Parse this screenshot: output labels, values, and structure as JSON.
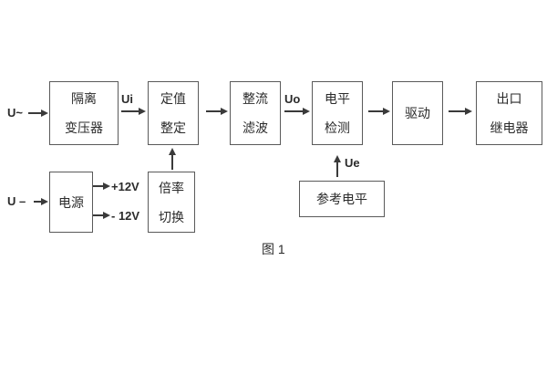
{
  "figure": {
    "caption": "图 1"
  },
  "labels": {
    "input_ac": "U~",
    "input_dc": "U –",
    "ui": "Ui",
    "uo": "Uo",
    "ue": "Ue",
    "plus12v": "+12V",
    "minus12v": "- 12V"
  },
  "blocks": {
    "isolation_transformer": {
      "line1": "隔离",
      "line2": "变压器"
    },
    "value_setting": {
      "line1": "定值",
      "line2": "整定"
    },
    "rectify_filter": {
      "line1": "整流",
      "line2": "滤波"
    },
    "level_detect": {
      "line1": "电平",
      "line2": "检测"
    },
    "drive": {
      "line1": "驱动"
    },
    "output_relay": {
      "line1": "出口",
      "line2": "继电器"
    },
    "power_supply": {
      "line1": "电源"
    },
    "ratio_switch": {
      "line1": "倍率",
      "line2": "切换"
    },
    "reference_level": {
      "line1": "参考电平"
    }
  },
  "colors": {
    "background": "#ffffff",
    "box_border": "#5a5a5a",
    "line": "#3a3a3a",
    "text": "#2b2b2b"
  }
}
